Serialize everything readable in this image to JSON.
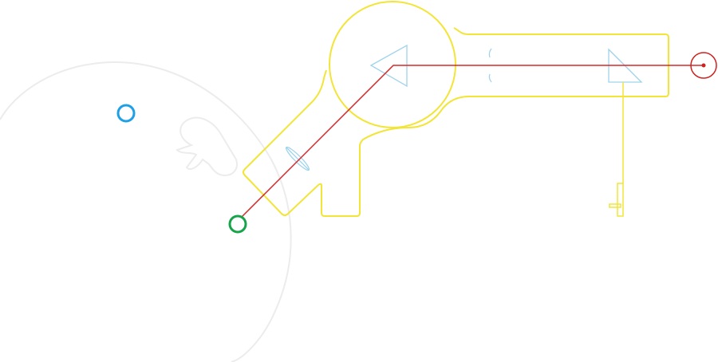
{
  "colors": {
    "background": "#ffffff",
    "housing_outline": "#f2e538",
    "optics_outline": "#9fd3ec",
    "beam": "#d62828",
    "source_marker": "#cc2222",
    "target_marker": "#16a34a",
    "aux_marker": "#1ea0e6",
    "ghost_shape": "#ececec"
  },
  "elements": {
    "housing": "yellow-housing-outline",
    "prism_left": "triangle-prism",
    "prism_right": "right-angle-prism",
    "lens": "objective-lens",
    "aperture": "aperture-slit",
    "mount": "detector-mount",
    "beam": "laser-beam-path",
    "source": "crosshair-circle-marker",
    "target": "green-circle-marker",
    "aux": "blue-circle-marker",
    "ghost": "faint-background-shape"
  }
}
